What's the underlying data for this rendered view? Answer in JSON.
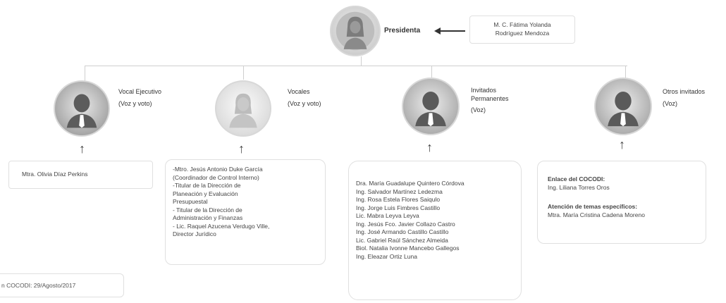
{
  "president": {
    "title": "Presidenta",
    "name_line1": "M. C. Fátima Yolanda",
    "name_line2": "Rodríguez Mendoza"
  },
  "roles": [
    {
      "title_line1": "Vocal Ejecutivo",
      "title_line2": "(Voz y voto)",
      "title_line3": ""
    },
    {
      "title_line1": "Vocales",
      "title_line2": "(Voz y voto)",
      "title_line3": ""
    },
    {
      "title_line1": "Invitados",
      "title_line2": "Permanentes",
      "title_line3": "(Voz)"
    },
    {
      "title_line1": "Otros invitados",
      "title_line2": "(Voz)",
      "title_line3": ""
    }
  ],
  "boxes": {
    "vocal_ejecutivo": {
      "lines": [
        "Mtra. Olivia Díaz Perkins"
      ]
    },
    "vocales": {
      "lines": [
        "-Mtro. Jesús Antonio Duke García",
        "(Coordinador de Control Interno)",
        "-Titular de la Dirección de",
        "Planeación y Evaluación",
        "Presupuestal",
        "- Titular de la Dirección de",
        "Administración y Finanzas",
        "- Lic. Raquel Azucena Verdugo Ville,",
        "Director Jurídico"
      ]
    },
    "invitados": {
      "lines": [
        "Dra. María Guadalupe Quintero Córdova",
        "Ing. Salvador Martínez Ledezma",
        "Ing. Rosa Estela Flores Saiqulo",
        "Ing. Jorge Luis Fimbres Castillo",
        "Lic. Mabra Leyva Leyva",
        "Ing. Jesús Fco. Javier Collazo Castro",
        "Ing. José Armando Castillo Castillo",
        "Lic. Gabriel Raúl Sánchez Almeida",
        "Biol. Natalia Ivonne Mancebo Gallegos",
        "Ing. Eleazar Ortiz Luna"
      ]
    },
    "otros": {
      "line1": "Enlace del COCODI:",
      "line2": "Ing. Liliana Torres Oros",
      "line3": "Atención de temas específicos:",
      "line4": "Mtra. María Cristina Cadena Moreno"
    }
  },
  "footer": {
    "text": "n COCODI: 29/Agosto/2017"
  }
}
